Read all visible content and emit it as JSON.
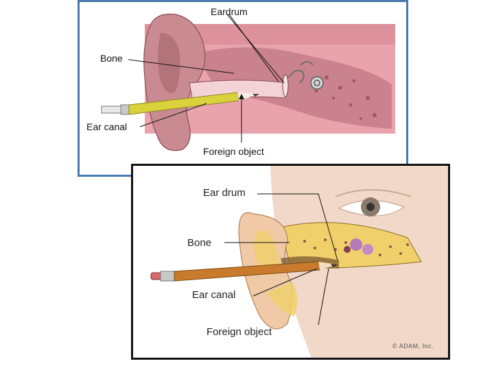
{
  "top_diagram": {
    "labels": {
      "eardrum": "Eardrum",
      "bone": "Bone",
      "ear_canal": "Ear canal",
      "foreign_object": "Foreign object"
    }
  },
  "bottom_diagram": {
    "labels": {
      "ear_drum": "Ear drum",
      "bone": "Bone",
      "ear_canal": "Ear canal",
      "foreign_object": "Foreign object"
    },
    "copyright": "© ADAM, Inc."
  },
  "colors": {
    "top_border": "#4a78ae",
    "bottom_border": "#111111",
    "tissue_pink": "#e9a3ad",
    "pencil_yellow": "#d9d23a",
    "pencil_orange": "#c97a2c",
    "bone_yellow": "#efd06a"
  }
}
